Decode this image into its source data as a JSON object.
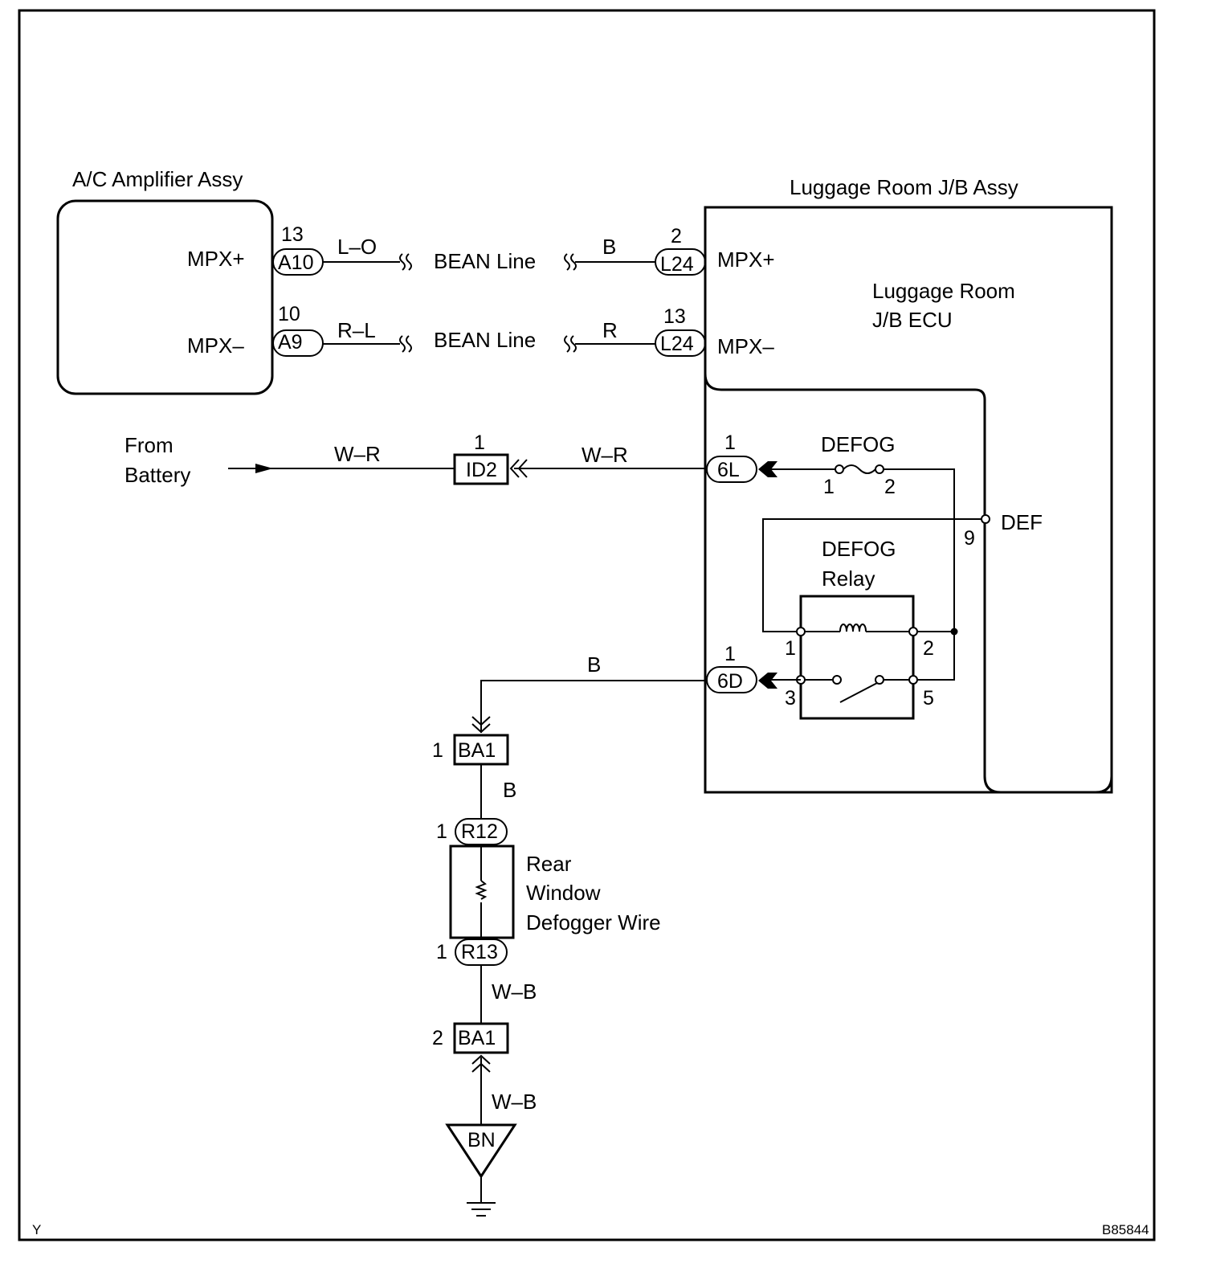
{
  "components": {
    "ac_amplifier": {
      "title": "A/C Amplifier Assy",
      "mpx_plus": "MPX+",
      "mpx_minus": "MPX–"
    },
    "luggage_jb": {
      "title": "Luggage Room J/B Assy",
      "mpx_plus": "MPX+",
      "mpx_minus": "MPX–",
      "ecu_line1": "Luggage Room",
      "ecu_line2": "J/B ECU",
      "def": "DEF",
      "def_pin": "9"
    },
    "defog_fuse": {
      "name": "DEFOG",
      "pin1": "1",
      "pin2": "2"
    },
    "defog_relay": {
      "line1": "DEFOG",
      "line2": "Relay",
      "pin1": "1",
      "pin2": "2",
      "pin3": "3",
      "pin5": "5"
    },
    "battery": {
      "line1": "From",
      "line2": "Battery"
    },
    "defogger_wire": {
      "line1": "Rear",
      "line2": "Window",
      "line3": "Defogger Wire"
    },
    "ground": {
      "name": "BN"
    }
  },
  "connectors": {
    "a10": {
      "code": "A10",
      "pin": "13"
    },
    "a9": {
      "code": "A9",
      "pin": "10"
    },
    "l24_top": {
      "code": "L24",
      "pin": "2"
    },
    "l24_bottom": {
      "code": "L24",
      "pin": "13"
    },
    "id2": {
      "code": "ID2",
      "pin": "1"
    },
    "sixl": {
      "code": "6L",
      "pin": "1"
    },
    "sixd": {
      "code": "6D",
      "pin": "1"
    },
    "ba1_top": {
      "code": "BA1",
      "pin": "1"
    },
    "ba1_bottom": {
      "code": "BA1",
      "pin": "2"
    },
    "r12": {
      "code": "R12",
      "pin": "1"
    },
    "r13": {
      "code": "R13",
      "pin": "1"
    }
  },
  "wires": {
    "lo": "L–O",
    "b_top": "B",
    "rl": "R–L",
    "r": "R",
    "bean_top": "BEAN Line",
    "bean_bottom": "BEAN Line",
    "wr_left": "W–R",
    "wr_right": "W–R",
    "b_6d": "B",
    "b_ba1": "B",
    "wb_upper": "W–B",
    "wb_lower": "W–B"
  },
  "footer": {
    "left_code": "Y",
    "figure_id": "B85844"
  }
}
